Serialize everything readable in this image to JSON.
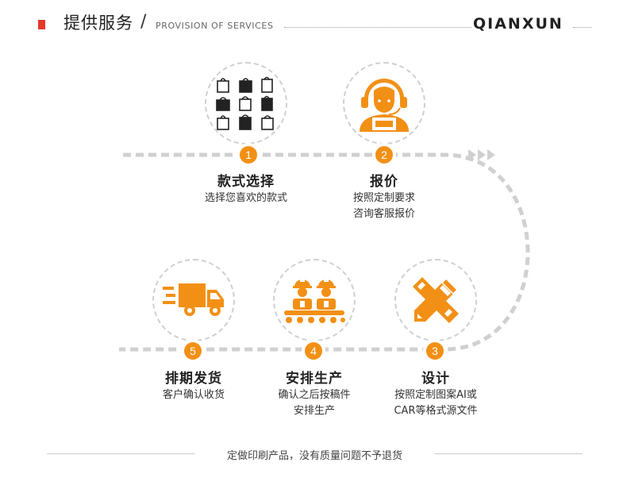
{
  "header": {
    "title": "提供服务",
    "slash": "/",
    "subtitle": "PROVISION OF SERVICES",
    "brand": "QIANXUN",
    "accent_color": "#e5382d"
  },
  "theme": {
    "orange": "#f29015",
    "dash_gray": "#cfcfcf"
  },
  "steps": [
    {
      "number": "1",
      "title": "款式选择",
      "lines": [
        "选择您喜欢的款式"
      ],
      "icon": "shopping-bags-icon"
    },
    {
      "number": "2",
      "title": "报价",
      "lines": [
        "按照定制要求",
        "咨询客服报价"
      ],
      "icon": "customer-service-headset-icon"
    },
    {
      "number": "3",
      "title": "设计",
      "lines": [
        "按照定制图案AI或",
        "CAR等格式源文件"
      ],
      "icon": "pencil-ruler-icon"
    },
    {
      "number": "4",
      "title": "安排生产",
      "lines": [
        "确认之后按稿件",
        "安排生产"
      ],
      "icon": "factory-workers-icon"
    },
    {
      "number": "5",
      "title": "排期发货",
      "lines": [
        "客户确认收货"
      ],
      "icon": "delivery-truck-icon"
    }
  ],
  "footer": {
    "text": "定做印刷产品，没有质量问题不予退货"
  }
}
